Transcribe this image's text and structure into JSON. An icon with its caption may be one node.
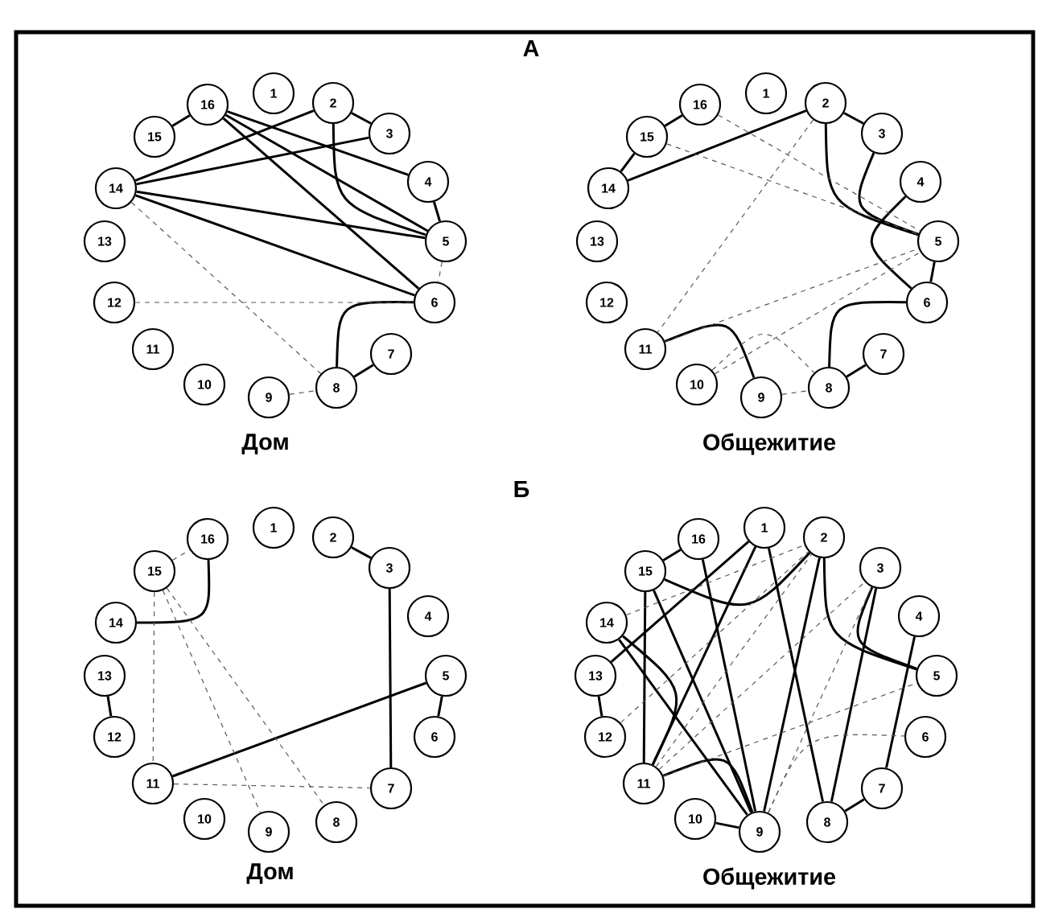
{
  "diagram": {
    "nodes": [
      {
        "text": [
          "1"
        ]
      },
      {
        "text": [
          "2"
        ]
      },
      {
        "text": [
          "3"
        ]
      },
      {
        "text": [
          "4"
        ]
      },
      {
        "text": [
          "5"
        ]
      },
      {
        "text": [
          "6"
        ]
      },
      {
        "text": [
          "7"
        ]
      },
      {
        "text": [
          "8"
        ]
      },
      {
        "text": [
          "9"
        ]
      },
      {
        "text": [
          "10"
        ]
      },
      {
        "text": [
          "11"
        ]
      },
      {
        "text": [
          "12"
        ]
      },
      {
        "text": [
          "13"
        ]
      },
      {
        "text": [
          "14"
        ]
      },
      {
        "text": [
          "15"
        ]
      },
      {
        "text": [
          "16"
        ]
      },
      {
        "text": [
          "1"
        ]
      },
      {
        "text": [
          "2"
        ]
      },
      {
        "text": [
          "3"
        ]
      },
      {
        "text": [
          "4"
        ]
      },
      {
        "text": [
          "5"
        ]
      },
      {
        "text": [
          "6"
        ]
      },
      {
        "text": [
          "7"
        ]
      },
      {
        "text": [
          "8"
        ]
      },
      {
        "text": [
          "9"
        ]
      },
      {
        "text": [
          "10"
        ]
      },
      {
        "text": [
          "11"
        ]
      },
      {
        "text": [
          "12"
        ]
      },
      {
        "text": [
          "13"
        ]
      },
      {
        "text": [
          "14"
        ]
      },
      {
        "text": [
          "15"
        ]
      },
      {
        "text": [
          "16"
        ]
      },
      {
        "text": [
          "1"
        ]
      },
      {
        "text": [
          "2"
        ]
      },
      {
        "text": [
          "3"
        ]
      },
      {
        "text": [
          "4"
        ]
      },
      {
        "text": [
          "5"
        ]
      },
      {
        "text": [
          "6"
        ]
      },
      {
        "text": [
          "7"
        ]
      },
      {
        "text": [
          "8"
        ]
      },
      {
        "text": [
          "9"
        ]
      },
      {
        "text": [
          "10"
        ]
      },
      {
        "text": [
          "11"
        ]
      },
      {
        "text": [
          "12"
        ]
      },
      {
        "text": [
          "13"
        ]
      },
      {
        "text": [
          "14"
        ]
      },
      {
        "text": [
          "15"
        ]
      },
      {
        "text": [
          "16"
        ]
      },
      {
        "text": [
          "1"
        ]
      },
      {
        "text": [
          "2"
        ]
      },
      {
        "text": [
          "3"
        ]
      },
      {
        "text": [
          "4"
        ]
      },
      {
        "text": [
          "5"
        ]
      },
      {
        "text": [
          "6"
        ]
      },
      {
        "text": [
          "7"
        ]
      },
      {
        "text": [
          "8"
        ]
      },
      {
        "text": [
          "9"
        ]
      },
      {
        "text": [
          "10"
        ]
      },
      {
        "text": [
          "11"
        ]
      },
      {
        "text": [
          "12"
        ]
      },
      {
        "text": [
          "13"
        ]
      },
      {
        "text": [
          "14"
        ]
      },
      {
        "text": [
          "15"
        ]
      },
      {
        "text": [
          "16"
        ]
      }
    ],
    "edges": [
      {
        "from": 14,
        "to": 15,
        "arrow": "none"
      },
      {
        "from": 1,
        "to": 2,
        "arrow": "none"
      },
      {
        "from": 15,
        "to": 3,
        "arrow": "none"
      },
      {
        "from": 15,
        "to": 4,
        "arrow": "none"
      },
      {
        "from": 15,
        "to": 5,
        "arrow": "none"
      },
      {
        "from": 13,
        "to": 1,
        "arrow": "none"
      },
      {
        "from": 13,
        "to": 2,
        "arrow": "none"
      },
      {
        "from": 13,
        "to": 4,
        "arrow": "none"
      },
      {
        "from": 13,
        "to": 5,
        "arrow": "none"
      },
      {
        "from": 1,
        "to": 4,
        "arrow": "none"
      },
      {
        "from": 3,
        "to": 4,
        "arrow": "none"
      },
      {
        "from": 5,
        "to": 7,
        "arrow": "none"
      },
      {
        "from": 6,
        "to": 7,
        "arrow": "none"
      },
      {
        "from": 13,
        "to": 7,
        "arrow": "none",
        "style": "dashed"
      },
      {
        "from": 11,
        "to": 5,
        "arrow": "none",
        "style": "dashed"
      },
      {
        "from": 4,
        "to": 5,
        "arrow": "none",
        "style": "dashed"
      },
      {
        "from": 8,
        "to": 7,
        "arrow": "none",
        "style": "dashed"
      },
      {
        "from": 30,
        "to": 31,
        "arrow": "none"
      },
      {
        "from": 29,
        "to": 30,
        "arrow": "none"
      },
      {
        "from": 17,
        "to": 18,
        "arrow": "none"
      },
      {
        "from": 29,
        "to": 17,
        "arrow": "none"
      },
      {
        "from": 17,
        "to": 20,
        "arrow": "none"
      },
      {
        "from": 18,
        "to": 20,
        "arrow": "none"
      },
      {
        "from": 19,
        "to": 21,
        "arrow": "none"
      },
      {
        "from": 20,
        "to": 21,
        "arrow": "none"
      },
      {
        "from": 21,
        "to": 23,
        "arrow": "none"
      },
      {
        "from": 22,
        "to": 23,
        "arrow": "none"
      },
      {
        "from": 26,
        "to": 24,
        "arrow": "none"
      },
      {
        "from": 31,
        "to": 20,
        "arrow": "none",
        "style": "dashed"
      },
      {
        "from": 30,
        "to": 20,
        "arrow": "none",
        "style": "dashed"
      },
      {
        "from": 17,
        "to": 26,
        "arrow": "none",
        "style": "dashed"
      },
      {
        "from": 26,
        "to": 20,
        "arrow": "none",
        "style": "dashed"
      },
      {
        "from": 25,
        "to": 20,
        "arrow": "none",
        "style": "dashed"
      },
      {
        "from": 25,
        "to": 23,
        "arrow": "none",
        "style": "dashed"
      },
      {
        "from": 24,
        "to": 23,
        "arrow": "none",
        "style": "dashed"
      },
      {
        "from": 46,
        "to": 47,
        "arrow": "none",
        "style": "dashed"
      },
      {
        "from": 45,
        "to": 47,
        "arrow": "none"
      },
      {
        "from": 33,
        "to": 34,
        "arrow": "none"
      },
      {
        "from": 34,
        "to": 38,
        "arrow": "none"
      },
      {
        "from": 36,
        "to": 42,
        "arrow": "none"
      },
      {
        "from": 36,
        "to": 37,
        "arrow": "none"
      },
      {
        "from": 44,
        "to": 43,
        "arrow": "none"
      },
      {
        "from": 46,
        "to": 42,
        "arrow": "none",
        "style": "dashed"
      },
      {
        "from": 46,
        "to": 40,
        "arrow": "none",
        "style": "dashed"
      },
      {
        "from": 46,
        "to": 39,
        "arrow": "none",
        "style": "dashed"
      },
      {
        "from": 42,
        "to": 38,
        "arrow": "none",
        "style": "dashed"
      },
      {
        "from": 62,
        "to": 63,
        "arrow": "none"
      },
      {
        "from": 60,
        "to": 59,
        "arrow": "none"
      },
      {
        "from": 57,
        "to": 56,
        "arrow": "none"
      },
      {
        "from": 54,
        "to": 55,
        "arrow": "none"
      },
      {
        "from": 62,
        "to": 49,
        "arrow": "none"
      },
      {
        "from": 62,
        "to": 56,
        "arrow": "none"
      },
      {
        "from": 62,
        "to": 58,
        "arrow": "none"
      },
      {
        "from": 63,
        "to": 56,
        "arrow": "none"
      },
      {
        "from": 61,
        "to": 56,
        "arrow": "none"
      },
      {
        "from": 61,
        "to": 58,
        "arrow": "none"
      },
      {
        "from": 60,
        "to": 48,
        "arrow": "none"
      },
      {
        "from": 58,
        "to": 48,
        "arrow": "none"
      },
      {
        "from": 58,
        "to": 56,
        "arrow": "none"
      },
      {
        "from": 48,
        "to": 55,
        "arrow": "none"
      },
      {
        "from": 49,
        "to": 56,
        "arrow": "none"
      },
      {
        "from": 49,
        "to": 52,
        "arrow": "none"
      },
      {
        "from": 50,
        "to": 52,
        "arrow": "none"
      },
      {
        "from": 50,
        "to": 55,
        "arrow": "none"
      },
      {
        "from": 51,
        "to": 54,
        "arrow": "none"
      },
      {
        "from": 61,
        "to": 49,
        "arrow": "none",
        "style": "dashed"
      },
      {
        "from": 59,
        "to": 49,
        "arrow": "none",
        "style": "dashed"
      },
      {
        "from": 58,
        "to": 49,
        "arrow": "none",
        "style": "dashed"
      },
      {
        "from": 58,
        "to": 50,
        "arrow": "none",
        "style": "dashed"
      },
      {
        "from": 58,
        "to": 52,
        "arrow": "none",
        "style": "dashed"
      },
      {
        "from": 56,
        "to": 53,
        "arrow": "none",
        "style": "dashed"
      },
      {
        "from": 56,
        "to": 50,
        "arrow": "none",
        "style": "dashed"
      }
    ],
    "labels": [
      "А",
      "Дом",
      "Общежитие",
      "Б",
      "Дом",
      "Общежитие"
    ]
  }
}
